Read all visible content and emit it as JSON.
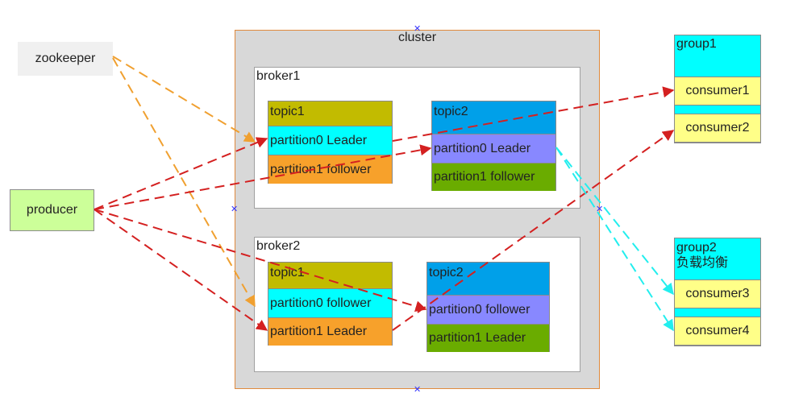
{
  "zookeeper": "zookeeper",
  "producer": "producer",
  "cluster": "cluster",
  "broker1": {
    "label": "broker1",
    "topic1": {
      "title": "topic1",
      "p0": "partition0 Leader",
      "p1": "partition1 follower"
    },
    "topic2": {
      "title": "topic2",
      "p0": "partition0 Leader",
      "p1": "partition1 follower"
    }
  },
  "broker2": {
    "label": "broker2",
    "topic1": {
      "title": "topic1",
      "p0": "partition0 follower",
      "p1": "partition1 Leader"
    },
    "topic2": {
      "title": "topic2",
      "p0": "partition0 follower",
      "p1": "partition1 Leader"
    }
  },
  "group1": {
    "title": "group1",
    "consumers": [
      "consumer1",
      "consumer2"
    ]
  },
  "group2": {
    "title": "group2",
    "subtitle": "负载均衡",
    "consumers": [
      "consumer3",
      "consumer4"
    ]
  },
  "colors": {
    "olive": "#c2bb00",
    "cyan": "#00ffff",
    "orange": "#f7a12b",
    "blue": "#00a0e9",
    "violet": "#8888ff",
    "green": "#6aac00",
    "arrow_red": "#d42020",
    "arrow_orange": "#f0a030",
    "arrow_cyan": "#22eeee"
  }
}
